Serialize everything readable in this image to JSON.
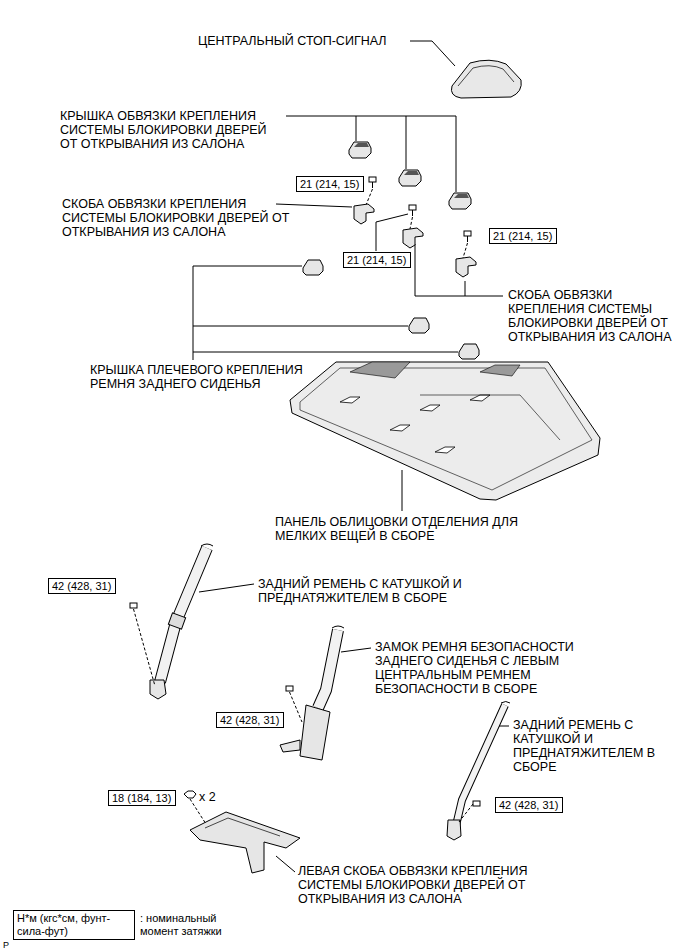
{
  "diagram": {
    "nodes": [
      {
        "text": [
          "21 (214, 15)"
        ]
      },
      {
        "text": [
          "21 (214, 15)"
        ]
      },
      {
        "text": [
          "21 (214, 15)"
        ]
      },
      {
        "text": [
          "42 (428, 31)"
        ]
      },
      {
        "text": [
          "42 (428, 31)"
        ]
      },
      {
        "text": [
          "18 (184, 13)"
        ]
      },
      {
        "text": [
          "42 (428, 31)"
        ]
      },
      {
        "text": [
          "Н*м (кгс*см, фунт-сила-фут)",
          ": номинальный момент затяжки"
        ]
      }
    ],
    "labels": [
      "ЦЕНТРАЛЬНЫЙ СТОП-СИГНАЛ",
      "КРЫШКА ОБВЯЗКИ КРЕПЛЕНИЯ СИСТЕМЫ БЛОКИРОВКИ ДВЕРЕЙ ОТ ОТКРЫВАНИЯ ИЗ САЛОНА",
      "СКОБА ОБВЯЗКИ КРЕПЛЕНИЯ СИСТЕМЫ БЛОКИРОВКИ ДВЕРЕЙ ОТ ОТКРЫВАНИЯ ИЗ САЛОНА",
      "СКОБА ОБВЯЗКИ КРЕПЛЕНИЯ СИСТЕМЫ БЛОКИРОВКИ ДВЕРЕЙ ОТ ОТКРЫВАНИЯ ИЗ САЛОНА",
      "КРЫШКА ПЛЕЧЕВОГО КРЕПЛЕНИЯ РЕМНЯ ЗАДНЕГО СИДЕНЬЯ",
      "ПАНЕЛЬ ОБЛИЦОВКИ ОТДЕЛЕНИЯ ДЛЯ МЕЛКИХ ВЕЩЕЙ В СБОРЕ",
      "ЗАДНИЙ РЕМЕНЬ С КАТУШКОЙ И ПРЕДНАТЯЖИТЕЛЕМ В СБОРЕ",
      "ЗАМОК РЕМНЯ БЕЗОПАСНОСТИ ЗАДНЕГО СИДЕНЬЯ С ЛЕВЫМ ЦЕНТРАЛЬНЫМ РЕМНЕМ БЕЗОПАСНОСТИ В СБОРЕ",
      "ЗАДНИЙ РЕМЕНЬ С КАТУШКОЙ И ПРЕДНАТЯЖИТЕЛЕМ В СБОРЕ",
      "x 2",
      "ЛЕВАЯ СКОБА ОБВЯЗКИ КРЕПЛЕНИЯ СИСТЕМЫ БЛОКИРОВКИ ДВЕРЕЙ ОТ ОТКРЫВАНИЯ ИЗ САЛОНА",
      "P"
    ]
  }
}
